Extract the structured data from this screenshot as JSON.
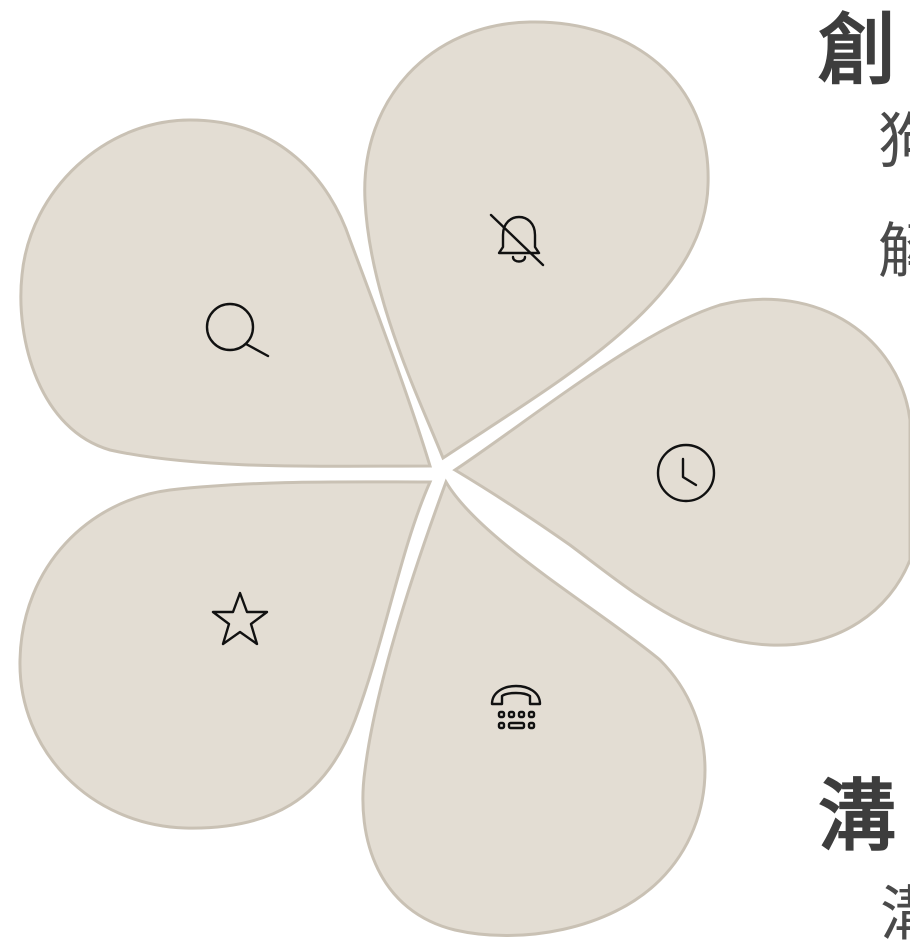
{
  "diagram": {
    "petal_color": "#e3ddd3",
    "petal_border_color": "#c9c1b4",
    "icon_color": "#111111",
    "petals": [
      {
        "id": "top",
        "icon": "bell-slash-icon"
      },
      {
        "id": "upper-left",
        "icon": "search-icon"
      },
      {
        "id": "right",
        "icon": "clock-icon"
      },
      {
        "id": "lower-left",
        "icon": "star-icon"
      },
      {
        "id": "bottom",
        "icon": "phone-keypad-icon"
      }
    ]
  },
  "labels": {
    "top_heading": "創",
    "top_line1": "狗",
    "top_line2": "解",
    "bottom_heading": "溝",
    "bottom_line1": "溝"
  },
  "text_color": "#3d3d3d"
}
